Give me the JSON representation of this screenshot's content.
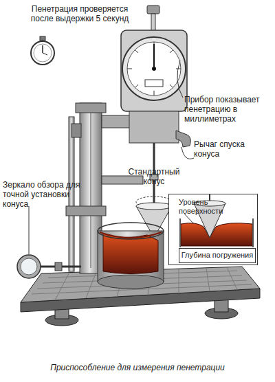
{
  "diagram": {
    "caption": "Приспособление для измерения пенетрации",
    "nodes": [
      {
        "text": [
          "Уровень поверхности"
        ]
      },
      {
        "text": [
          "Глубина погружения"
        ],
        "in": 0
      }
    ],
    "labels": [
      "Пенетрация проверяется после выдержки 5 секунд",
      "Прибор показывает пенетрацию в миллиметрах",
      "Рычаг спуска конуса",
      "Стандартный конус",
      "Зеркало обзора для точной установки конуса"
    ]
  }
}
